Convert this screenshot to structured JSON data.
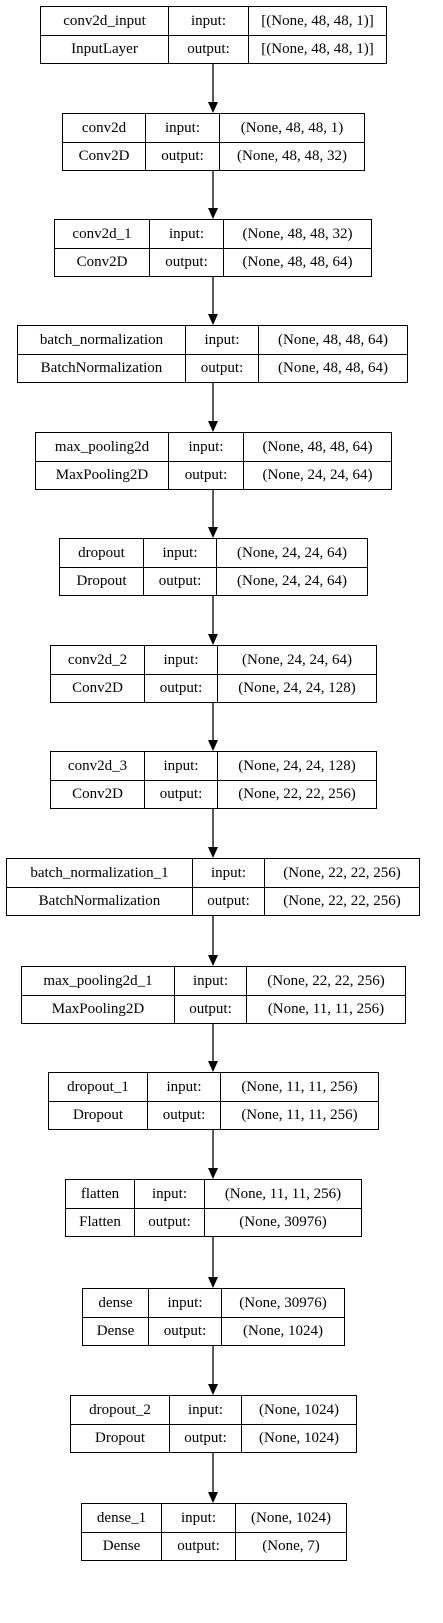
{
  "layers": [
    {
      "name": "conv2d_input",
      "type": "InputLayer",
      "input_label": "input:",
      "output_label": "output:",
      "input": "[(None, 48, 48, 1)]",
      "output": "[(None, 48, 48, 1)]"
    },
    {
      "name": "conv2d",
      "type": "Conv2D",
      "input_label": "input:",
      "output_label": "output:",
      "input": "(None, 48, 48, 1)",
      "output": "(None, 48, 48, 32)"
    },
    {
      "name": "conv2d_1",
      "type": "Conv2D",
      "input_label": "input:",
      "output_label": "output:",
      "input": "(None, 48, 48, 32)",
      "output": "(None, 48, 48, 64)"
    },
    {
      "name": "batch_normalization",
      "type": "BatchNormalization",
      "input_label": "input:",
      "output_label": "output:",
      "input": "(None, 48, 48, 64)",
      "output": "(None, 48, 48, 64)"
    },
    {
      "name": "max_pooling2d",
      "type": "MaxPooling2D",
      "input_label": "input:",
      "output_label": "output:",
      "input": "(None, 48, 48, 64)",
      "output": "(None, 24, 24, 64)"
    },
    {
      "name": "dropout",
      "type": "Dropout",
      "input_label": "input:",
      "output_label": "output:",
      "input": "(None, 24, 24, 64)",
      "output": "(None, 24, 24, 64)"
    },
    {
      "name": "conv2d_2",
      "type": "Conv2D",
      "input_label": "input:",
      "output_label": "output:",
      "input": "(None, 24, 24, 64)",
      "output": "(None, 24, 24, 128)"
    },
    {
      "name": "conv2d_3",
      "type": "Conv2D",
      "input_label": "input:",
      "output_label": "output:",
      "input": "(None, 24, 24, 128)",
      "output": "(None, 22, 22, 256)"
    },
    {
      "name": "batch_normalization_1",
      "type": "BatchNormalization",
      "input_label": "input:",
      "output_label": "output:",
      "input": "(None, 22, 22, 256)",
      "output": "(None, 22, 22, 256)"
    },
    {
      "name": "max_pooling2d_1",
      "type": "MaxPooling2D",
      "input_label": "input:",
      "output_label": "output:",
      "input": "(None, 22, 22, 256)",
      "output": "(None, 11, 11, 256)"
    },
    {
      "name": "dropout_1",
      "type": "Dropout",
      "input_label": "input:",
      "output_label": "output:",
      "input": "(None, 11, 11, 256)",
      "output": "(None, 11, 11, 256)"
    },
    {
      "name": "flatten",
      "type": "Flatten",
      "input_label": "input:",
      "output_label": "output:",
      "input": "(None, 11, 11, 256)",
      "output": "(None, 30976)"
    },
    {
      "name": "dense",
      "type": "Dense",
      "input_label": "input:",
      "output_label": "output:",
      "input": "(None, 30976)",
      "output": "(None, 1024)"
    },
    {
      "name": "dropout_2",
      "type": "Dropout",
      "input_label": "input:",
      "output_label": "output:",
      "input": "(None, 1024)",
      "output": "(None, 1024)"
    },
    {
      "name": "dense_1",
      "type": "Dense",
      "input_label": "input:",
      "output_label": "output:",
      "input": "(None, 1024)",
      "output": "(None, 7)"
    }
  ]
}
